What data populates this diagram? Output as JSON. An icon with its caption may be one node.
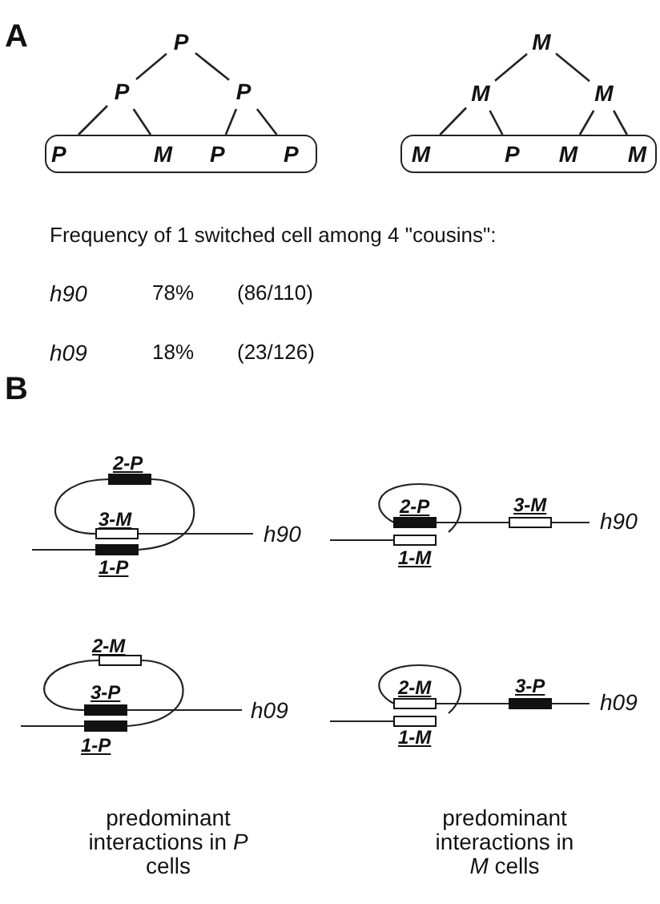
{
  "diagram": {
    "nodes": [
      {
        "text": [
          "P"
        ]
      },
      {
        "text": [
          "P"
        ]
      },
      {
        "text": [
          "P"
        ]
      },
      {
        "text": [],
        "shape": "box"
      },
      {
        "text": [
          "P"
        ],
        "in": 3
      },
      {
        "text": [
          "M"
        ],
        "in": 3
      },
      {
        "text": [
          "P"
        ],
        "in": 3
      },
      {
        "text": [
          "P"
        ],
        "in": 3
      },
      {
        "text": [
          "M"
        ]
      },
      {
        "text": [
          "M"
        ]
      },
      {
        "text": [
          "M"
        ]
      },
      {
        "text": [],
        "shape": "box"
      },
      {
        "text": [
          "M"
        ],
        "in": 11
      },
      {
        "text": [
          "P"
        ],
        "in": 11
      },
      {
        "text": [
          "M"
        ],
        "in": 11
      },
      {
        "text": [
          "M"
        ],
        "in": 11
      }
    ],
    "edges": [
      {
        "from": 0,
        "to": 1,
        "arrow": "none"
      },
      {
        "from": 0,
        "to": 2,
        "arrow": "none"
      },
      {
        "from": 1,
        "to": 4,
        "arrow": "none"
      },
      {
        "from": 1,
        "to": 5,
        "arrow": "none"
      },
      {
        "from": 2,
        "to": 6,
        "arrow": "none"
      },
      {
        "from": 2,
        "to": 7,
        "arrow": "none"
      },
      {
        "from": 8,
        "to": 9,
        "arrow": "none"
      },
      {
        "from": 8,
        "to": 10,
        "arrow": "none"
      },
      {
        "from": 9,
        "to": 12,
        "arrow": "none"
      },
      {
        "from": 9,
        "to": 13,
        "arrow": "none"
      },
      {
        "from": 10,
        "to": 14,
        "arrow": "none"
      },
      {
        "from": 10,
        "to": 15,
        "arrow": "none"
      }
    ],
    "labels": [
      "A",
      "Frequency of 1 switched cell among 4 \"cousins\":",
      "h90",
      "78%",
      "(86/110)",
      "h09",
      "18%",
      "(23/126)",
      "B",
      "2-P",
      "3-M",
      "h90",
      "1-P",
      "2-P",
      "3-M",
      "h90",
      "1-M",
      "2-M",
      "3-P",
      "h09",
      "1-P",
      "2-M",
      "3-P",
      "h09",
      "1-M",
      "predominant interactions in *P* cells",
      "predominant interactions in *M* cells"
    ]
  }
}
